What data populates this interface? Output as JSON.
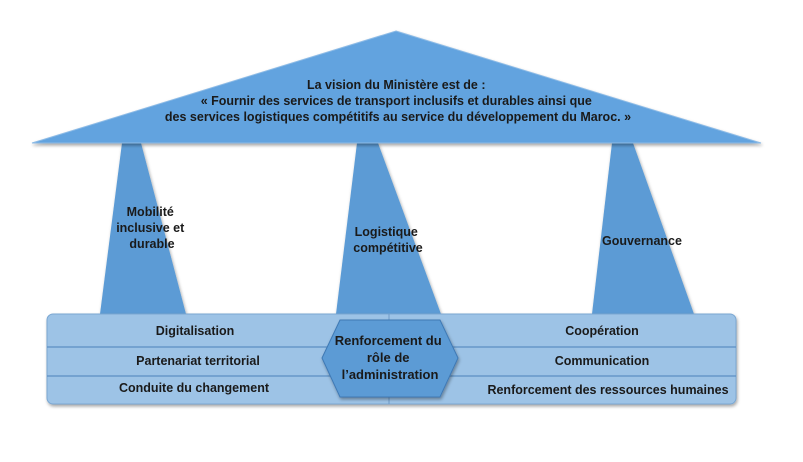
{
  "roof": {
    "lines": [
      "La vision du Ministère est de :",
      "« Fournir des services de transport inclusifs et durables ainsi que",
      "des services logistiques compétitifs au service du développement du Maroc. »"
    ]
  },
  "pillars": [
    {
      "lines": [
        "Mobilité",
        "inclusive et",
        "durable"
      ]
    },
    {
      "lines": [
        "Logistique",
        "compétitive"
      ]
    },
    {
      "lines": [
        "Gouvernance"
      ]
    }
  ],
  "base": {
    "left": [
      "Digitalisation",
      "Partenariat territorial",
      "Conduite du changement"
    ],
    "right": [
      "Coopération",
      "Communication",
      "Renforcement des ressources humaines"
    ],
    "center": {
      "lines": [
        "Renforcement du",
        "rôle de",
        "l’administration"
      ]
    }
  },
  "colors": {
    "roof": "#62a3df",
    "pillar": "#5b9bd5",
    "base": "#9dc3e6",
    "hex": "#5b9bd5"
  }
}
